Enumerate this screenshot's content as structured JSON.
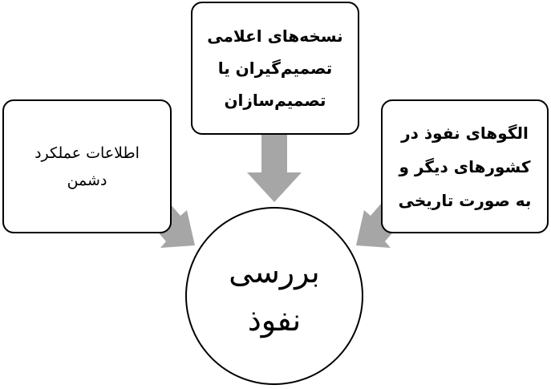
{
  "boxes": {
    "left": {
      "lines": [
        "اطلاعات عملکرد",
        "دشمن"
      ]
    },
    "top": {
      "lines": [
        "نسخه‌های اعلامی",
        "تصمیم‌گیران یا",
        "تصمیم‌سازان"
      ]
    },
    "right": {
      "lines": [
        "الگوهای نفوذ در",
        "کشورهای دیگر و",
        "به صورت تاریخی"
      ]
    }
  },
  "center": {
    "lines": [
      "بررسی",
      "نفوذ"
    ]
  },
  "colors": {
    "arrow": "#a6a6a6",
    "border": "#000000",
    "background": "#ffffff"
  }
}
